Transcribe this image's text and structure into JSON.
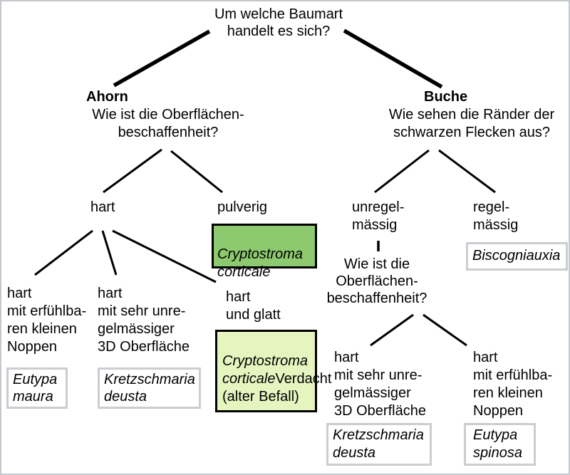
{
  "colors": {
    "confirmed_box_bg": "#8dc96e",
    "suspect_box_bg": "#e6f5c0",
    "result_box_border": "#cacdd1",
    "line_color": "#000000",
    "frame_border": "#c4c8cc"
  },
  "root": {
    "question": "Um welche Baumart\nhandelt es sich?"
  },
  "ahorn": {
    "title": "Ahorn",
    "question": "Wie ist die Oberflächen-\nbeschaffenheit?",
    "branches": {
      "hart": {
        "label": "hart"
      },
      "pulverig": {
        "label": "pulverig",
        "result": "Cryptostroma\ncorticale"
      }
    },
    "hart_children": {
      "noppen": {
        "label": "hart\nmit erfühlba-\nren kleinen\nNoppen",
        "result": "Eutypa\nmaura"
      },
      "uneben": {
        "label": "hart\nmit sehr unre-\ngelmässiger\n3D Oberfläche",
        "result": "Kretzschmaria\ndeusta"
      },
      "glatt": {
        "label": "hart\nund glatt",
        "result_species": "Cryptostroma\ncorticale",
        "result_note": "Verdacht\n(alter Befall)"
      }
    }
  },
  "buche": {
    "title": "Buche",
    "question": "Wie sehen die Ränder der\nschwarzen Flecken aus?",
    "branches": {
      "unregelmaessig": {
        "label": "unregel-\nmässig",
        "question": "Wie ist die\nOberflächen-\nbeschaffenheit?"
      },
      "regelmaessig": {
        "label": "regel-\nmässig",
        "result": "Biscogniauxia"
      }
    },
    "unregelmaessig_children": {
      "uneben": {
        "label": "hart\nmit sehr unre-\ngelmässiger\n3D Oberfläche",
        "result": "Kretzschmaria\ndeusta"
      },
      "noppen": {
        "label": "hart\nmit erfühlba-\nren kleinen\nNoppen",
        "result": "Eutypa\nspinosa"
      }
    }
  }
}
